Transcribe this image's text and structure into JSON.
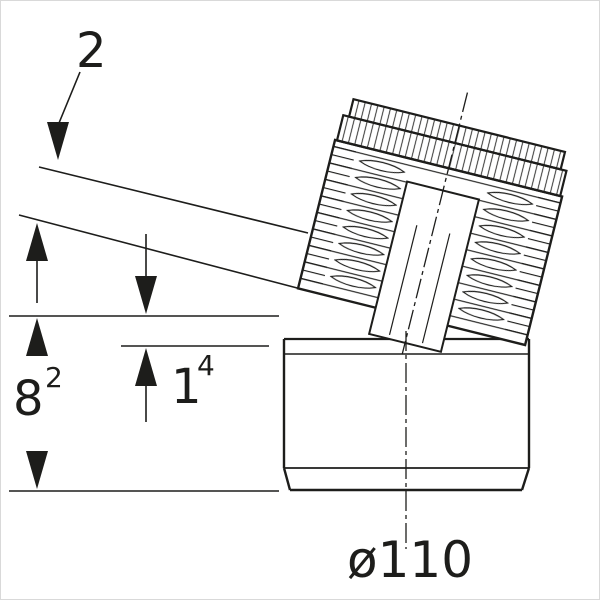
{
  "page": {
    "background": "#ffffff",
    "ink": "#1d1d1b"
  },
  "dimension_labels": {
    "slope_offset": "2",
    "height_main": "8",
    "height_sup": "2",
    "depth_main": "1",
    "depth_sup": "4",
    "diameter": "ø110"
  }
}
